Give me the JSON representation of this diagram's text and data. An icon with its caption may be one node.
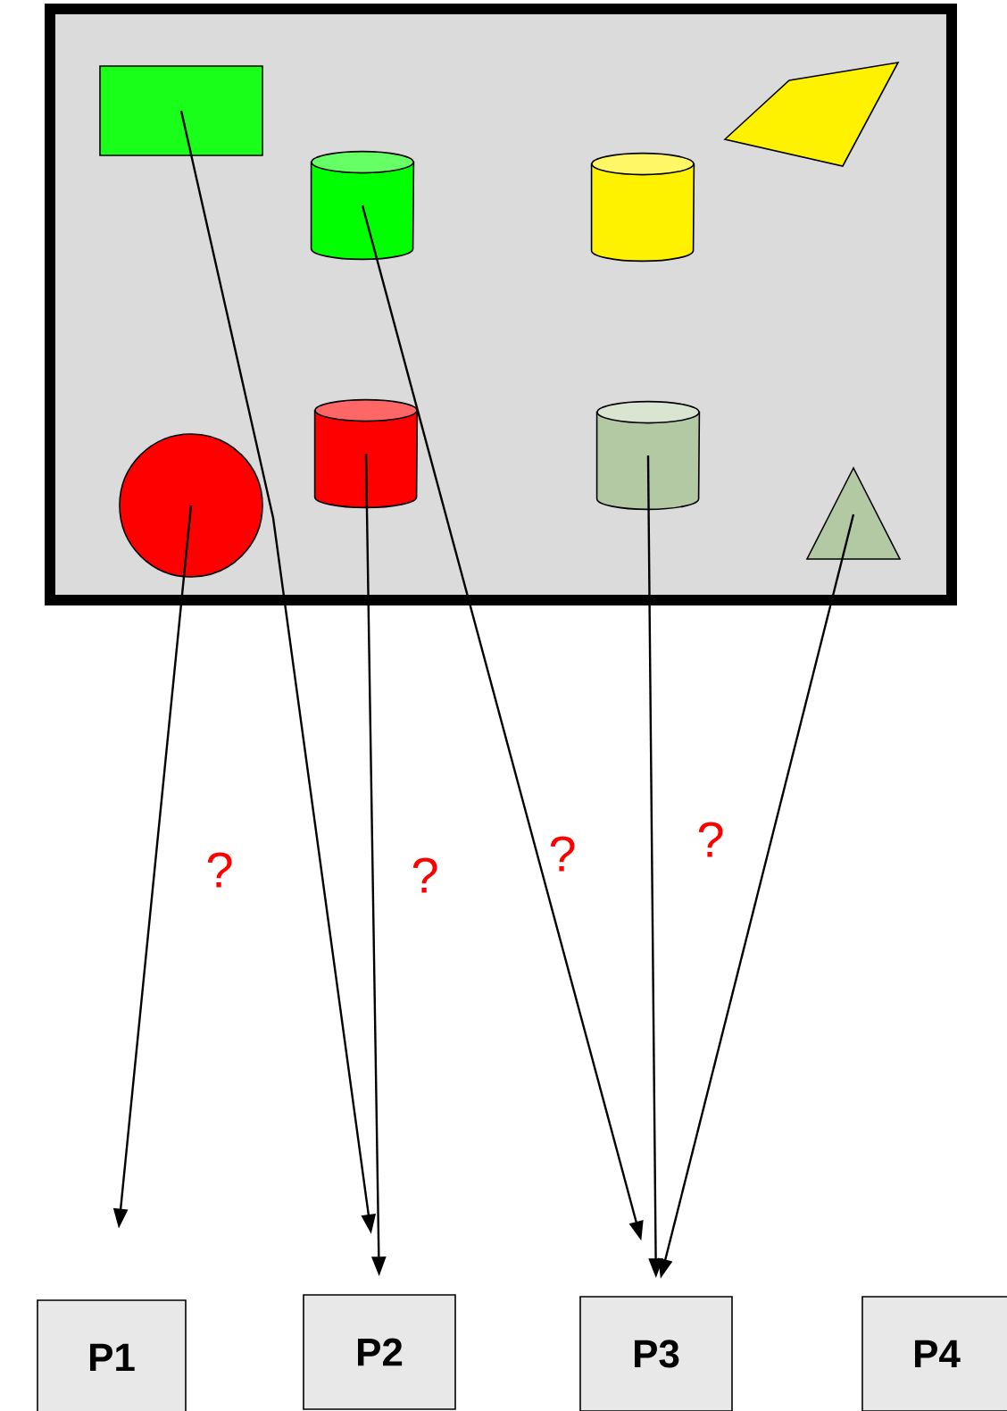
{
  "diagram": {
    "nodes": [
      {
        "text": [],
        "shape": "box"
      },
      {
        "text": [],
        "shape": "box",
        "in": 0
      },
      {
        "text": [],
        "shape": "polygon",
        "in": 0
      },
      {
        "text": [],
        "shape": "cylinder",
        "in": 0
      },
      {
        "text": [],
        "shape": "cylinder",
        "in": 0
      },
      {
        "text": [],
        "shape": "circle",
        "in": 0
      },
      {
        "text": [],
        "shape": "cylinder",
        "in": 0
      },
      {
        "text": [],
        "shape": "cylinder",
        "in": 0
      },
      {
        "text": [],
        "shape": "triangle",
        "in": 0
      },
      {
        "text": [
          "P1"
        ]
      },
      {
        "text": [
          "P2"
        ]
      },
      {
        "text": [
          "P3"
        ]
      },
      {
        "text": [
          "P4"
        ]
      }
    ],
    "edges": [
      {
        "from": 5,
        "to": 9,
        "arrow": "to"
      },
      {
        "from": 1,
        "to": 10,
        "arrow": "to"
      },
      {
        "from": 6,
        "to": 10,
        "arrow": "to"
      },
      {
        "from": 3,
        "to": 11,
        "arrow": "to"
      },
      {
        "from": 7,
        "to": 11,
        "arrow": "to"
      },
      {
        "from": 8,
        "to": 11,
        "arrow": "to"
      }
    ],
    "labels": [
      "?",
      "?",
      "?",
      "?"
    ]
  }
}
